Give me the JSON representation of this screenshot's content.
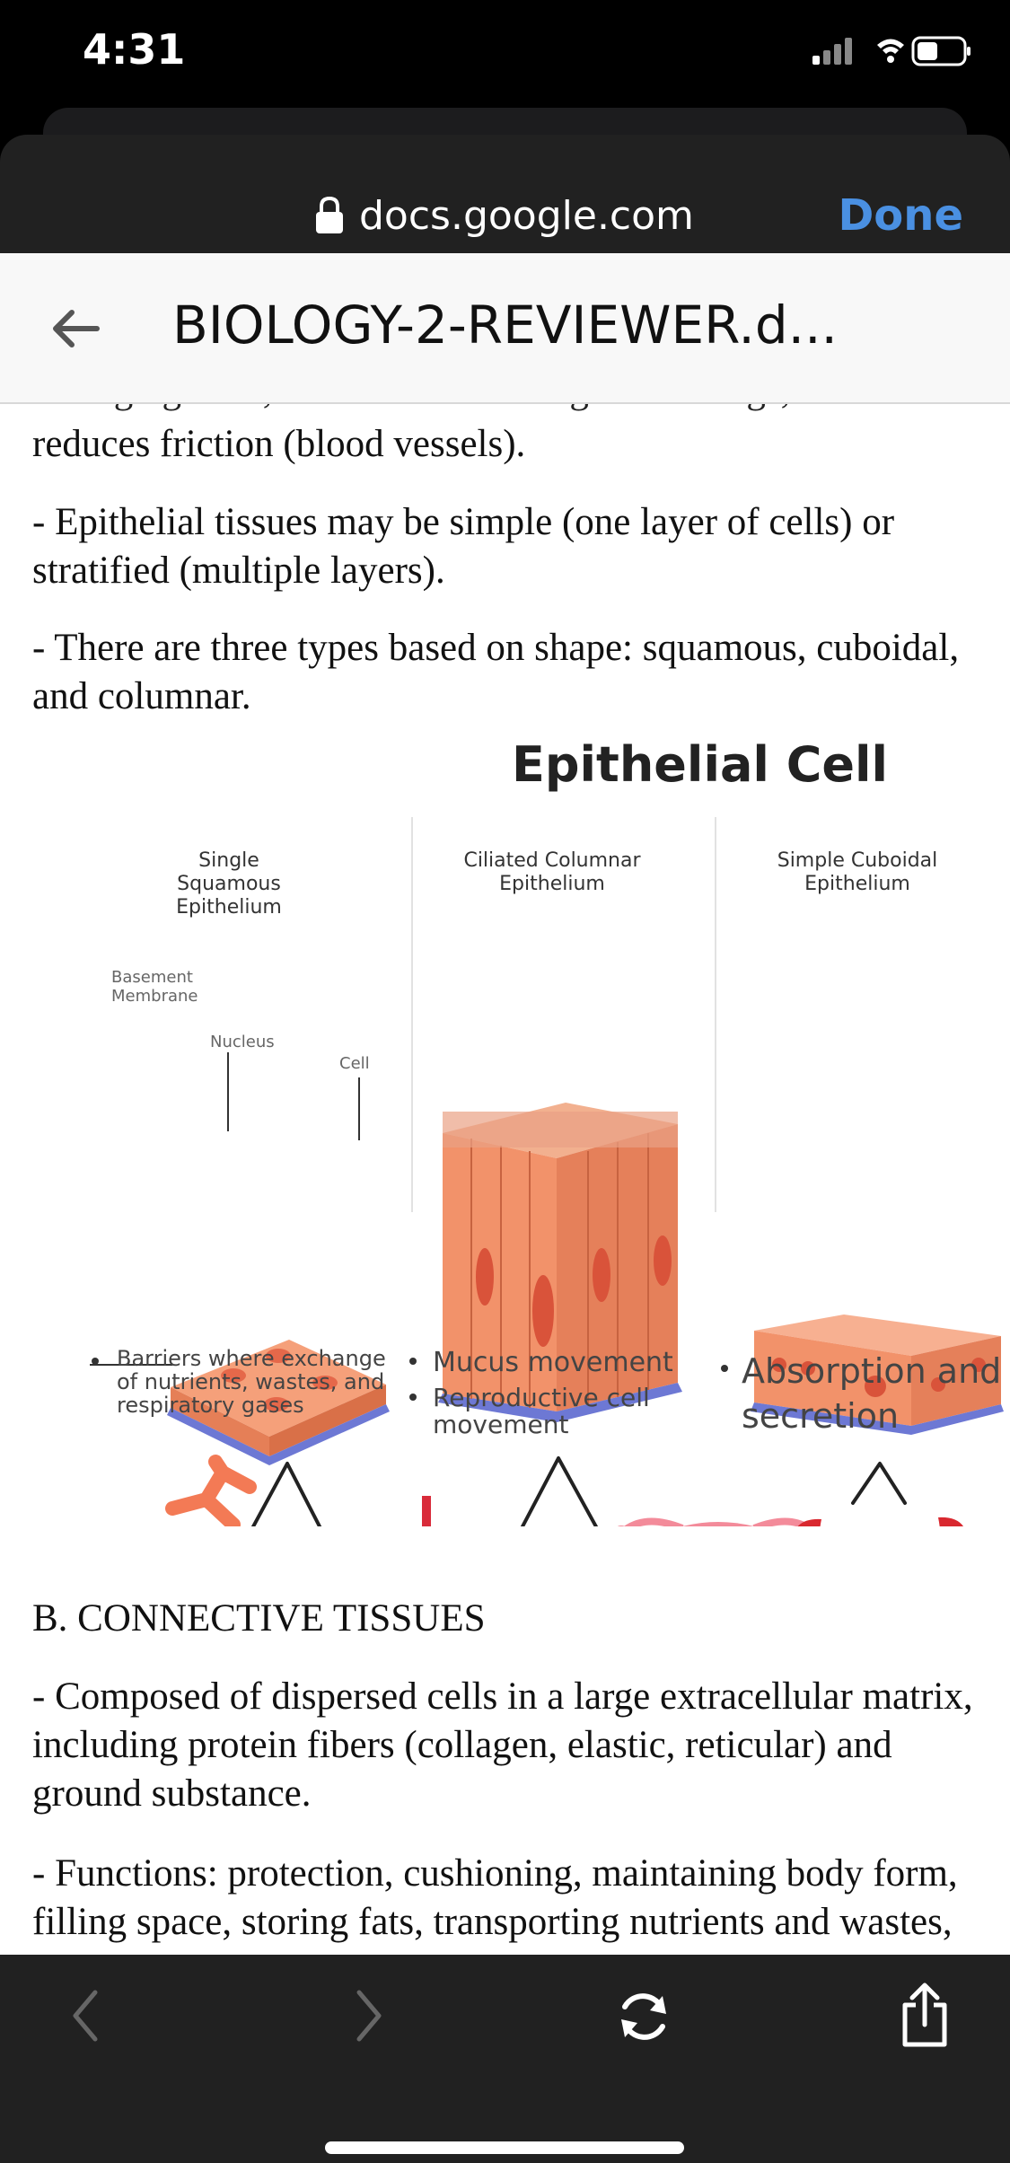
{
  "status": {
    "time": "4:31"
  },
  "browser": {
    "url": "docs.google.com",
    "done_label": "Done"
  },
  "document": {
    "title": "BIOLOGY-2-REVIEWER.d...",
    "paragraphs": {
      "p0": "reduces friction (blood vessels).",
      "p1": "- Epithelial tissues may be simple (one layer of cells) or stratified (multiple layers).",
      "p2": "- There are three types based on shape: squamous, cuboidal, and columnar.",
      "p3": "B. CONNECTIVE TISSUES",
      "p4": "- Composed of dispersed cells in a large extracellular matrix, including protein fibers (collagen, elastic, reticular) and ground substance.",
      "p5": "- Functions: protection, cushioning, maintaining body form, filling space, storing fats, transporting nutrients and wastes, body defense, and repair."
    },
    "figure": {
      "title": "Epithelial Cell",
      "col1": "Single Squamous Epithelium",
      "col2": "Ciliated Columnar Epithelium",
      "col3": "Simple Cuboidal Epithelium",
      "basement": "Basement Membrane",
      "nucleus": "Nucleus",
      "cell": "Cell",
      "bullet1": "Barriers where exchange of nutrients, wastes, and respiratory gases",
      "bullet2a": "Mucus movement",
      "bullet2b": "Reproductive cell movement",
      "bullet3": "Absorption and secretion"
    }
  },
  "colors": {
    "accent": "#4a90e2",
    "tissue": "#f2926a",
    "membrane": "#6d78d4",
    "organ": "#d92b3a"
  }
}
